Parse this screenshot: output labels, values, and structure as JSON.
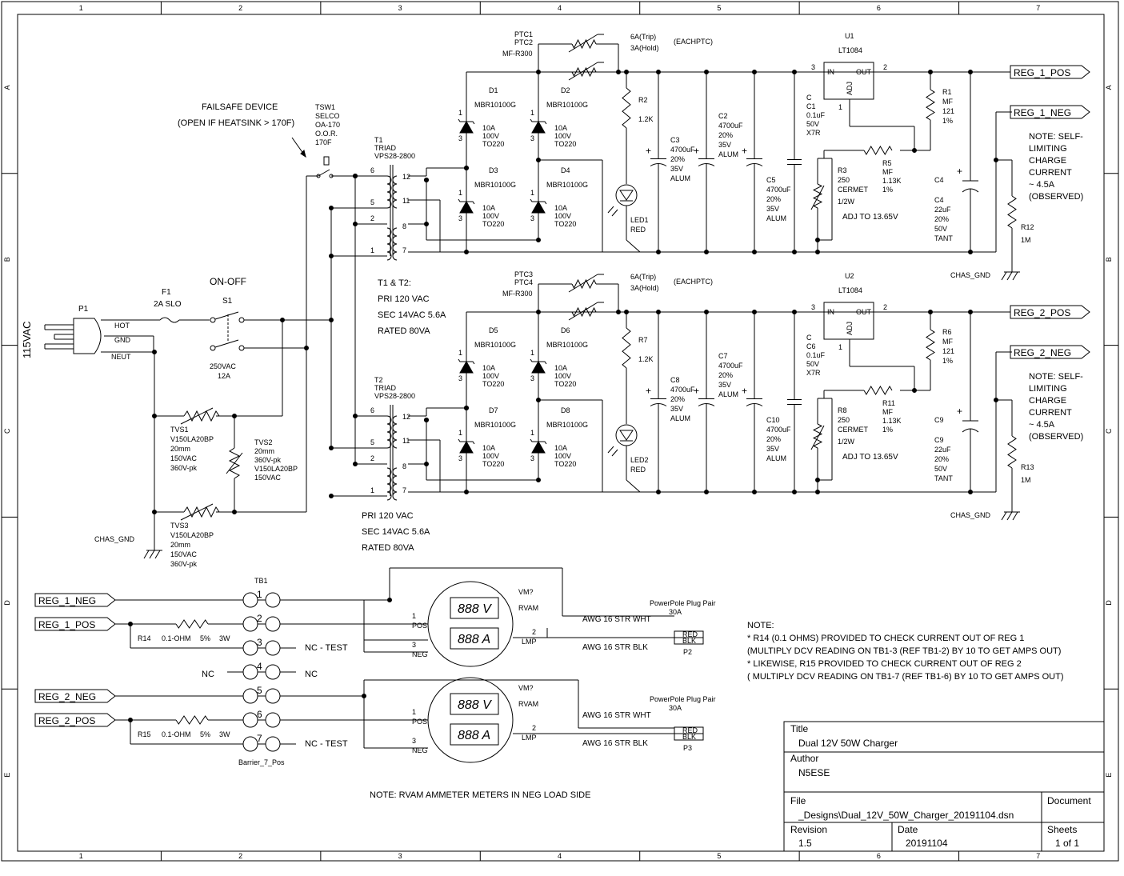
{
  "border": {
    "columns": [
      "1",
      "2",
      "3",
      "4",
      "5",
      "6",
      "7"
    ],
    "rows": [
      "A",
      "B",
      "C",
      "D",
      "E"
    ]
  },
  "input": {
    "voltage": "115VAC",
    "plug": "P1",
    "hot": "HOT",
    "gnd": "GND",
    "neut": "NEUT",
    "fuse_ref": "F1",
    "fuse_val": "2A SLO",
    "switch_title": "ON-OFF",
    "switch_ref": "S1",
    "switch_rating": [
      "250VAC",
      "12A"
    ],
    "chas_gnd": "CHAS_GND"
  },
  "tvs": {
    "tvs1": [
      "TVS1",
      "V150LA20BP",
      "20mm",
      "150VAC",
      "360V-pk"
    ],
    "tvs2": [
      "TVS2",
      "20mm",
      "360V-pk",
      "V150LA20BP",
      "150VAC"
    ],
    "tvs3": [
      "TVS3",
      "V150LA20BP",
      "20mm",
      "150VAC",
      "360V-pk"
    ]
  },
  "failsafe": {
    "title": "FAILSAFE DEVICE",
    "desc": "(OPEN IF HEATSINK > 170F)",
    "tsw": [
      "TSW1",
      "SELCO",
      "OA-170",
      "O.O.R.",
      "170F"
    ]
  },
  "transformers": {
    "t1": [
      "T1",
      "TRIAD",
      "VPS28-2800"
    ],
    "t2": [
      "T2",
      "TRIAD",
      "VPS28-2800"
    ],
    "pins_pri": [
      "6",
      "5",
      "2",
      "1"
    ],
    "pins_sec": [
      "12",
      "11",
      "8",
      "7"
    ],
    "spec_mid": [
      "T1 & T2:",
      "PRI 120 VAC",
      "SEC 14VAC 5.6A",
      "RATED 80VA"
    ],
    "spec_bottom": [
      "PRI 120 VAC",
      "SEC 14VAC 5.6A",
      "RATED 80VA"
    ]
  },
  "channels": [
    {
      "ptc_refs": [
        "PTC1",
        "PTC2",
        "MF-R300"
      ],
      "ptc_rating": [
        "6A(Trip)",
        "3A(Hold)",
        "(EACHPTC)"
      ],
      "diodes": [
        {
          "ref": "D1",
          "part": "MBR10100G",
          "spec": [
            "10A",
            "100V",
            "TO220"
          ]
        },
        {
          "ref": "D2",
          "part": "MBR10100G",
          "spec": [
            "10A",
            "100V",
            "TO220"
          ]
        },
        {
          "ref": "D3",
          "part": "MBR10100G",
          "spec": [
            "10A",
            "100V",
            "TO220"
          ]
        },
        {
          "ref": "D4",
          "part": "MBR10100G",
          "spec": [
            "10A",
            "100V",
            "TO220"
          ]
        }
      ],
      "r_led": [
        "R2",
        "1.2K"
      ],
      "led": [
        "LED1",
        "RED"
      ],
      "cap_a": [
        "C3",
        "4700uF",
        "20%",
        "35V",
        "ALUM"
      ],
      "cap_b": [
        "C2",
        "4700uF",
        "20%",
        "35V",
        "ALUM"
      ],
      "cap_c": [
        "C5",
        "4700uF",
        "20%",
        "35V",
        "ALUM"
      ],
      "cap_d": [
        "C",
        "C1",
        "0.1uF",
        "50V",
        "X7R"
      ],
      "reg": [
        "U1",
        "LT1084"
      ],
      "reg_pins": {
        "in": "IN",
        "out": "OUT",
        "adj": "ADJ",
        "p3": "3",
        "p2": "2",
        "p1": "1"
      },
      "r_top": [
        "R1",
        "MF",
        "121",
        "1%"
      ],
      "r_mid": [
        "R5",
        "MF",
        "1.13K",
        "1%"
      ],
      "r_pot": [
        "R3",
        "250",
        "CERMET",
        "1/2W"
      ],
      "adj_note": "ADJ TO 13.65V",
      "cap_out": [
        "C4",
        "22uF",
        "20%",
        "50V",
        "TANT"
      ],
      "r_bleed": [
        "R12",
        "1M"
      ],
      "pos": "REG_1_POS",
      "neg": "REG_1_NEG",
      "note": [
        "NOTE: SELF-",
        "LIMITING",
        "CHARGE",
        "CURRENT",
        "~ 4.5A",
        "(OBSERVED)"
      ],
      "chas": "CHAS_GND",
      "dpins": [
        "1",
        "3"
      ]
    },
    {
      "ptc_refs": [
        "PTC3",
        "PTC4",
        "MF-R300"
      ],
      "ptc_rating": [
        "6A(Trip)",
        "3A(Hold)",
        "(EACHPTC)"
      ],
      "diodes": [
        {
          "ref": "D5",
          "part": "MBR10100G",
          "spec": [
            "10A",
            "100V",
            "TO220"
          ]
        },
        {
          "ref": "D6",
          "part": "MBR10100G",
          "spec": [
            "10A",
            "100V",
            "TO220"
          ]
        },
        {
          "ref": "D7",
          "part": "MBR10100G",
          "spec": [
            "10A",
            "100V",
            "TO220"
          ]
        },
        {
          "ref": "D8",
          "part": "MBR10100G",
          "spec": [
            "10A",
            "100V",
            "TO220"
          ]
        }
      ],
      "r_led": [
        "R7",
        "1.2K"
      ],
      "led": [
        "LED2",
        "RED"
      ],
      "cap_a": [
        "C8",
        "4700uF",
        "20%",
        "35V",
        "ALUM"
      ],
      "cap_b": [
        "C7",
        "4700uF",
        "20%",
        "35V",
        "ALUM"
      ],
      "cap_c": [
        "C10",
        "4700uF",
        "20%",
        "35V",
        "ALUM"
      ],
      "cap_d": [
        "C",
        "C6",
        "0.1uF",
        "50V",
        "X7R"
      ],
      "reg": [
        "U2",
        "LT1084"
      ],
      "reg_pins": {
        "in": "IN",
        "out": "OUT",
        "adj": "ADJ",
        "p3": "3",
        "p2": "2",
        "p1": "1"
      },
      "r_top": [
        "R6",
        "MF",
        "121",
        "1%"
      ],
      "r_mid": [
        "R11",
        "MF",
        "1.13K",
        "1%"
      ],
      "r_pot": [
        "R8",
        "250",
        "CERMET",
        "1/2W"
      ],
      "adj_note": "ADJ TO 13.65V",
      "cap_out": [
        "C9",
        "22uF",
        "20%",
        "50V",
        "TANT"
      ],
      "r_bleed": [
        "R13",
        "1M"
      ],
      "pos": "REG_2_POS",
      "neg": "REG_2_NEG",
      "note": [
        "NOTE: SELF-",
        "LIMITING",
        "CHARGE",
        "CURRENT",
        "~ 4.5A",
        "(OBSERVED)"
      ],
      "chas": "CHAS_GND",
      "dpins": [
        "1",
        "3"
      ]
    }
  ],
  "terminal": {
    "ref": "TB1",
    "nums": [
      "1",
      "2",
      "3",
      "4",
      "5",
      "6",
      "7"
    ],
    "nets": {
      "n1": "REG_1_NEG",
      "n2": "REG_1_POS",
      "n5": "REG_2_NEG",
      "n6": "REG_2_POS"
    },
    "nc": "NC",
    "nc_test": "NC - TEST",
    "barrier": "Barrier_7_Pos",
    "r14": [
      "R14",
      "0.1-OHM",
      "5%",
      "3W"
    ],
    "r15": [
      "R15",
      "0.1-OHM",
      "5%",
      "3W"
    ]
  },
  "meters": [
    {
      "ref": "VM?",
      "part": "RVAM",
      "v": "888 V",
      "a": "888 A",
      "pin1": "1",
      "pos": "POS",
      "pin3": "3",
      "neg": "NEG",
      "pin2": "2",
      "lmp": "LMP",
      "wht": "AWG 16 STR WHT",
      "blk": "AWG 16 STR BLK",
      "plug": "PowerPole Plug Pair",
      "amps": "30A",
      "red": "RED",
      "blkl": "BLK",
      "pref": "P2"
    },
    {
      "ref": "VM?",
      "part": "RVAM",
      "v": "888 V",
      "a": "888 A",
      "pin1": "1",
      "pos": "POS",
      "pin3": "3",
      "neg": "NEG",
      "pin2": "2",
      "lmp": "LMP",
      "wht": "AWG 16 STR WHT",
      "blk": "AWG 16 STR BLK",
      "plug": "PowerPole Plug Pair",
      "amps": "30A",
      "red": "RED",
      "blkl": "BLK",
      "pref": "P3"
    }
  ],
  "meter_note": "NOTE: RVAM AMMETER METERS IN NEG LOAD SIDE",
  "notes": [
    "NOTE:",
    "* R14 (0.1 OHMS) PROVIDED TO CHECK CURRENT OUT OF REG 1",
    "  (MULTIPLY DCV READING ON TB1-3 (REF TB1-2) BY 10 TO GET AMPS OUT)",
    "* LIKEWISE, R15  PROVIDED TO CHECK CURRENT OUT OF REG 2",
    "  ( MULTIPLY DCV READING ON TB1-7 (REF TB1-6) BY 10 TO GET AMPS OUT)"
  ],
  "title_block": {
    "title_label": "Title",
    "title": "Dual 12V 50W Charger",
    "author_label": "Author",
    "author": "N5ESE",
    "file_label": "File",
    "file": "_Designs\\Dual_12V_50W_Charger_20191104.dsn",
    "document_label": "Document",
    "revision_label": "Revision",
    "revision": "1.5",
    "date_label": "Date",
    "date": "20191104",
    "sheets_label": "Sheets",
    "sheets": "1 of 1"
  }
}
